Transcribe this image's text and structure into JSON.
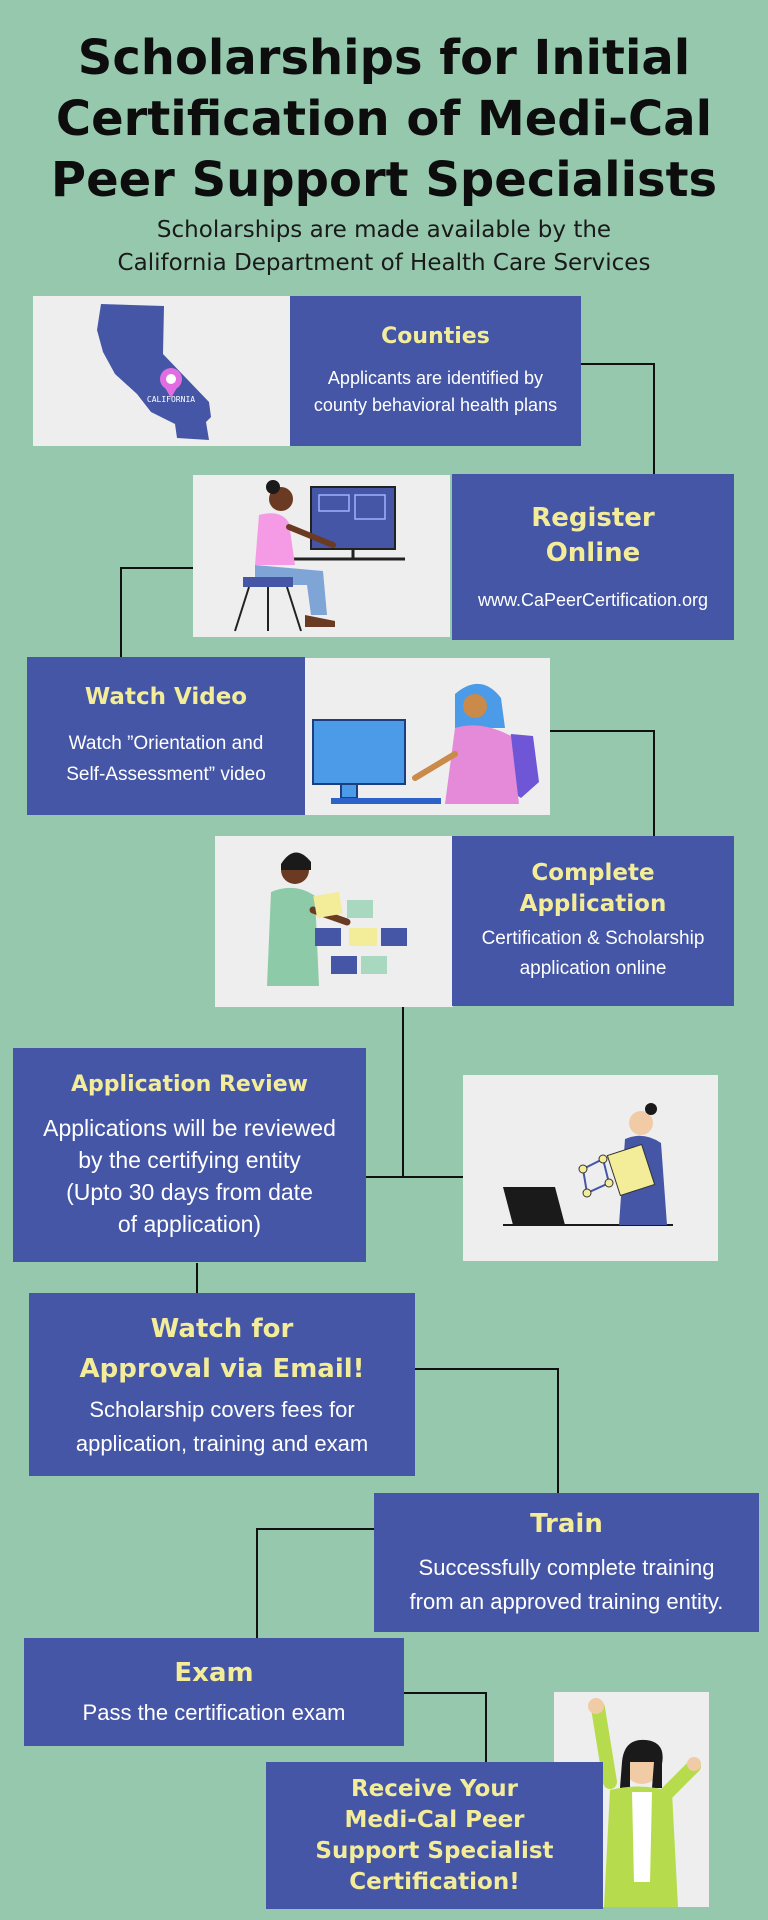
{
  "header": {
    "title_lines": [
      "Scholarships for Initial",
      "Certification of Medi-Cal",
      "Peer Support Specialists"
    ],
    "subtitle_lines": [
      "Scholarships are made available by the",
      "California Department of Health Care Services"
    ]
  },
  "steps": [
    {
      "title": [
        "Counties"
      ],
      "text": [
        "Applicants are identified by",
        "county behavioral health plans"
      ]
    },
    {
      "title": [
        "Register",
        "Online"
      ],
      "text": [
        "www.CaPeerCertification.org"
      ]
    },
    {
      "title": [
        "Watch Video"
      ],
      "text": [
        "Watch ”Orientation and",
        "Self-Assessment” video"
      ]
    },
    {
      "title": [
        "Complete",
        "Application"
      ],
      "text": [
        "Certification & Scholarship",
        "application online"
      ]
    },
    {
      "title": [
        "Application Review"
      ],
      "text": [
        "Applications will be reviewed",
        "by the certifying entity",
        "(Upto 30 days from date",
        "of application)"
      ]
    },
    {
      "title": [
        "Watch for",
        "Approval via Email!"
      ],
      "text": [
        "Scholarship covers fees for",
        "application, training and exam"
      ]
    },
    {
      "title": [
        "Train"
      ],
      "text": [
        "Successfully complete training",
        "from an approved training entity."
      ]
    },
    {
      "title": [
        "Exam"
      ],
      "text": [
        "Pass the certification exam"
      ]
    },
    {
      "title": [
        "Receive Your",
        "Medi-Cal Peer",
        "Support Specialist",
        "Certification!"
      ],
      "text": []
    }
  ],
  "map_label": "CALIFORNIA",
  "colors": {
    "background": "#96c8ae",
    "box": "#4556a6",
    "heading": "#f3ec98",
    "image_bg": "#eeeeee",
    "pin": "#e06ee0"
  },
  "icons": [
    "california-map-icon",
    "person-at-computer-icon",
    "hijab-woman-at-computer-icon",
    "woman-sorting-cards-icon",
    "woman-with-laptop-icon",
    "celebrating-woman-icon"
  ]
}
